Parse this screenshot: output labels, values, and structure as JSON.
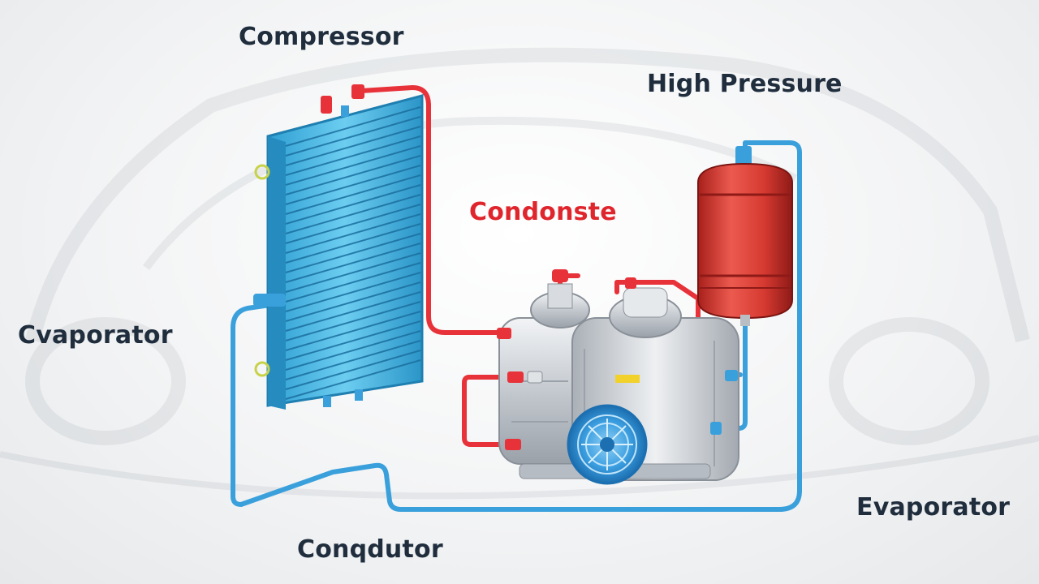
{
  "labels": {
    "compressor": "Compressor",
    "high_pressure": "High Pressure",
    "condonste": "Condonste",
    "cvaporator": "Cvaporator",
    "evaporator": "Evaporator",
    "conqdutor": "Conqdutor"
  },
  "colors": {
    "hot_line": "#e8323a",
    "cold_line": "#3aa0dc",
    "condenser": "#45b6e4",
    "receiver_tank": "#d83a34",
    "compressor_body": "#c9ced4",
    "fan": "#2f8fd8",
    "label_dark": "#1f2d3d",
    "label_red": "#e0262d"
  },
  "icons": [
    "condenser-icon",
    "receiver-tank-icon",
    "compressor-icon",
    "fan-icon",
    "car-silhouette-icon"
  ]
}
